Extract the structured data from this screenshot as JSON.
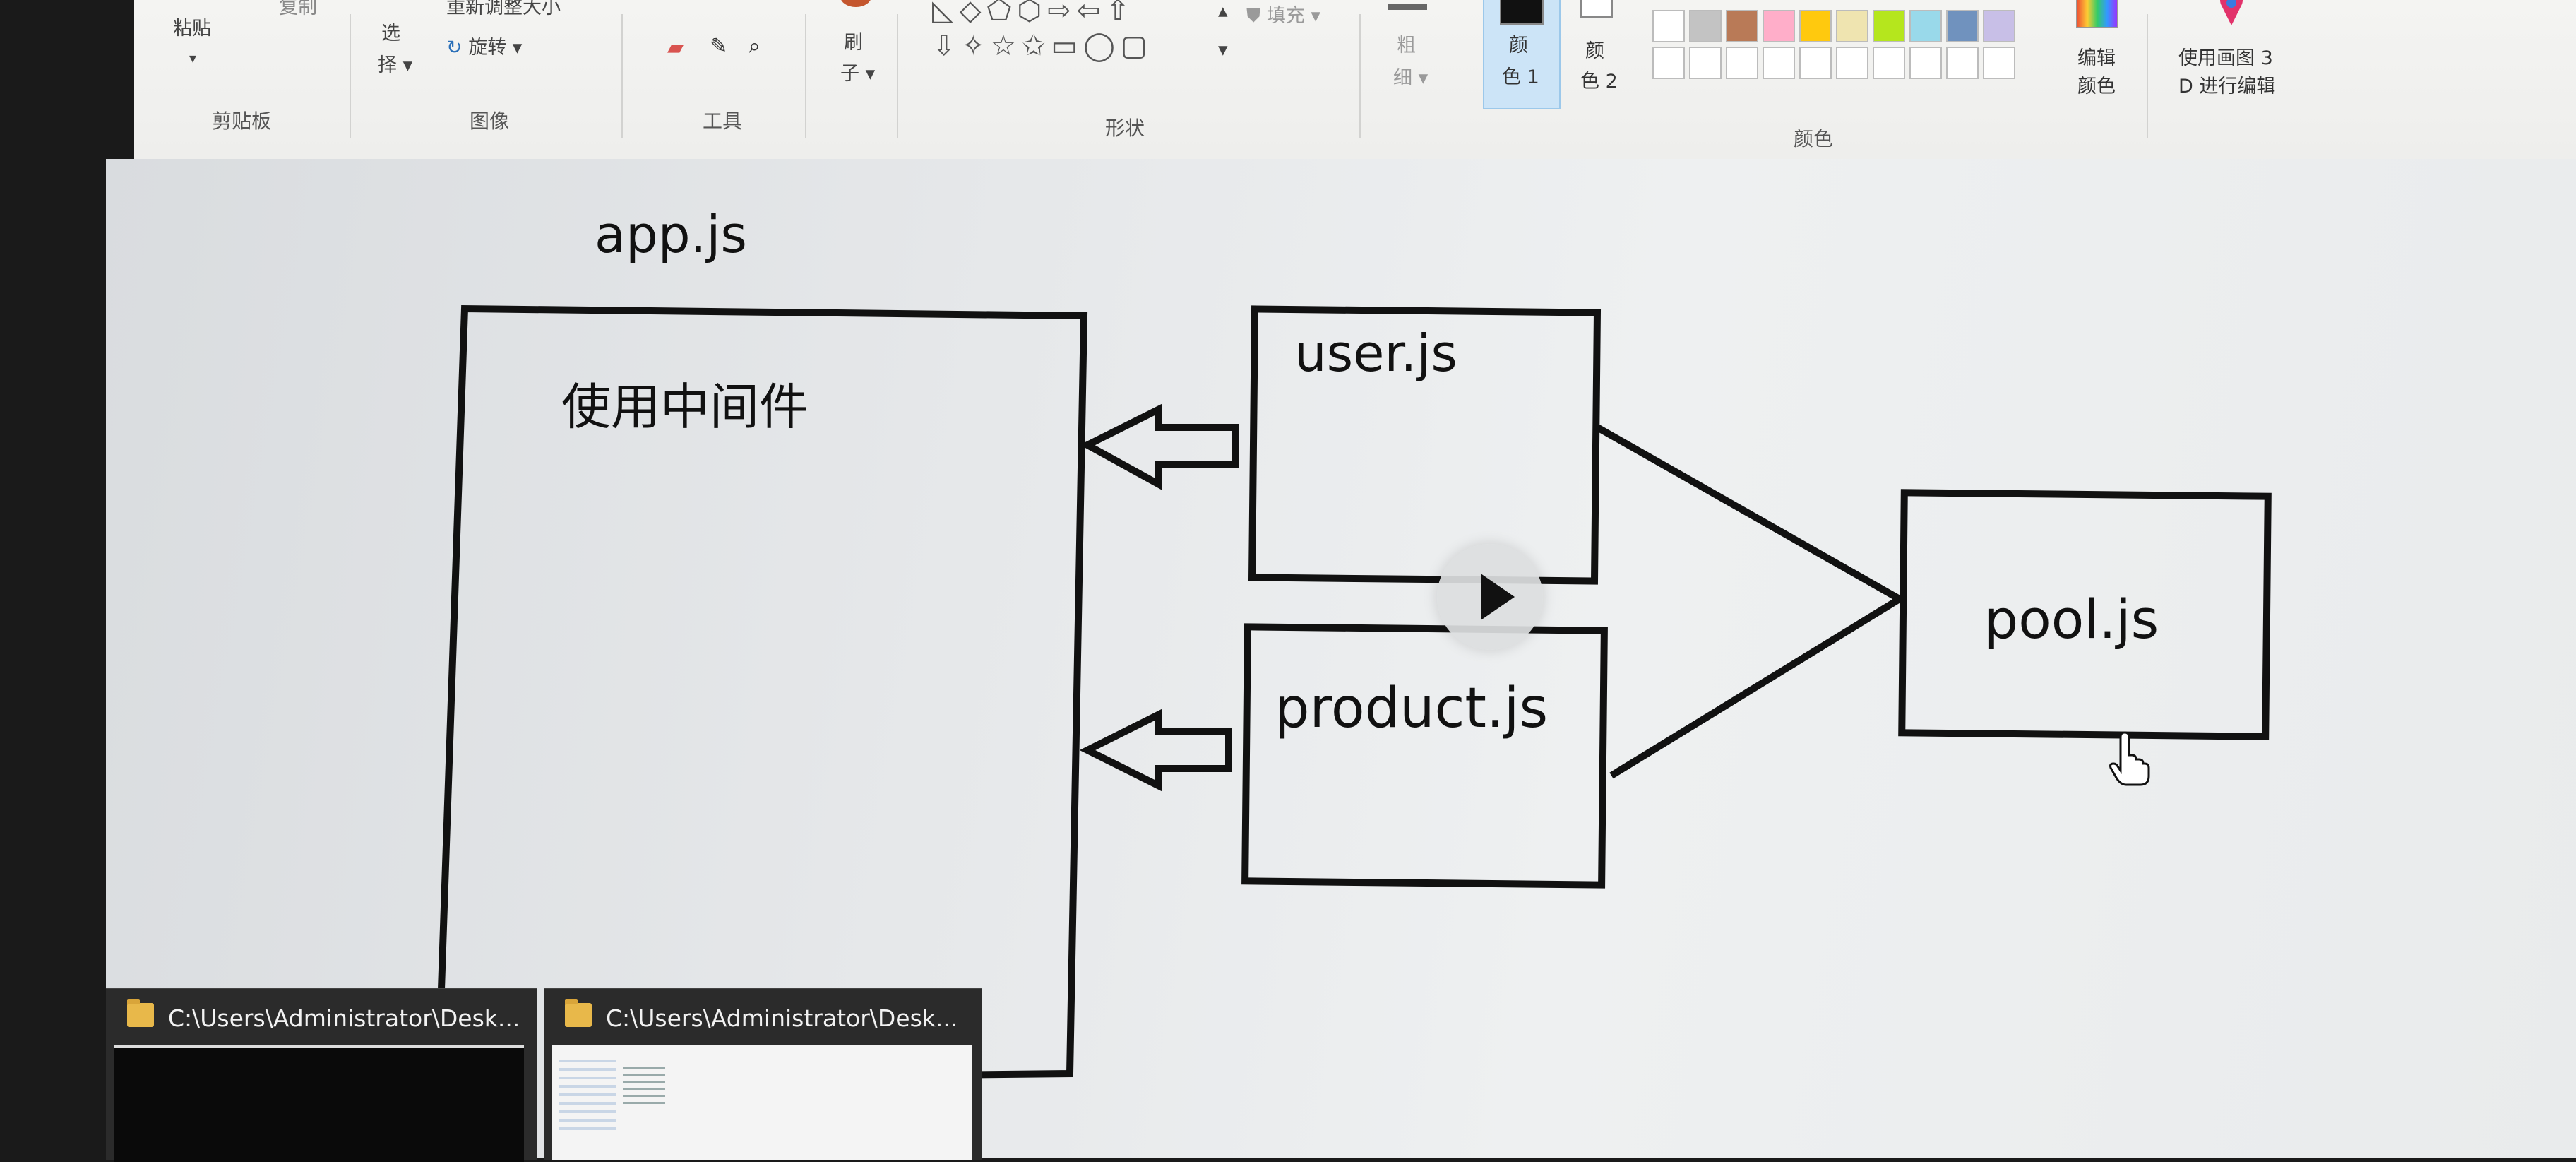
{
  "ribbon": {
    "clipboard": {
      "paste": "粘贴",
      "copy": "复制",
      "group": "剪贴板"
    },
    "image": {
      "select_line1": "选",
      "select_line2": "择",
      "resize": "重新调整大小",
      "rotate": "旋转",
      "group": "图像"
    },
    "tools": {
      "group": "工具"
    },
    "brushes": {
      "line1": "刷",
      "line2": "子"
    },
    "shapes": {
      "fill": "填充",
      "group": "形状"
    },
    "size": {
      "line1": "粗",
      "line2": "细"
    },
    "color1": {
      "line1": "颜",
      "line2": "色 1"
    },
    "color2": {
      "line1": "颜",
      "line2": "色 2"
    },
    "colors": {
      "group": "颜色"
    },
    "edit_colors": {
      "line1": "编辑",
      "line2": "颜色"
    },
    "paint3d": {
      "line1": "使用画图 3",
      "line2": "D 进行编辑"
    },
    "palette_row1": [
      "#ffffff",
      "#c3c3c3",
      "#b97a57",
      "#ffaec9",
      "#ffc90e",
      "#efe4b0",
      "#b5e61d",
      "#99d9ea",
      "#7092be",
      "#c8bfe7"
    ],
    "palette_row2": [
      "#ffffff",
      "#ffffff",
      "#ffffff",
      "#ffffff",
      "#ffffff",
      "#ffffff",
      "#ffffff",
      "#ffffff",
      "#ffffff",
      "#ffffff"
    ]
  },
  "diagram": {
    "app_label": "app.js",
    "middleware_label": "使用中间件",
    "user_label": "user.js",
    "product_label": "product.js",
    "pool_label": "pool.js"
  },
  "taskbar": {
    "thumb1_title": "C:\\Users\\Administrator\\Desk...",
    "thumb2_title": "C:\\Users\\Administrator\\Desk..."
  },
  "icons": [
    "paste-icon",
    "rotate-icon",
    "eraser-icon",
    "picker-icon",
    "magnifier-icon",
    "brush-icon",
    "fill-icon",
    "shape-icons",
    "edit-colors-icon",
    "paint3d-icon",
    "hand-cursor-icon",
    "play-icon",
    "folder-icon"
  ],
  "colors": {
    "color1": "#111111",
    "color2": "#ffffff",
    "selected_bg": "#cce4f7"
  }
}
